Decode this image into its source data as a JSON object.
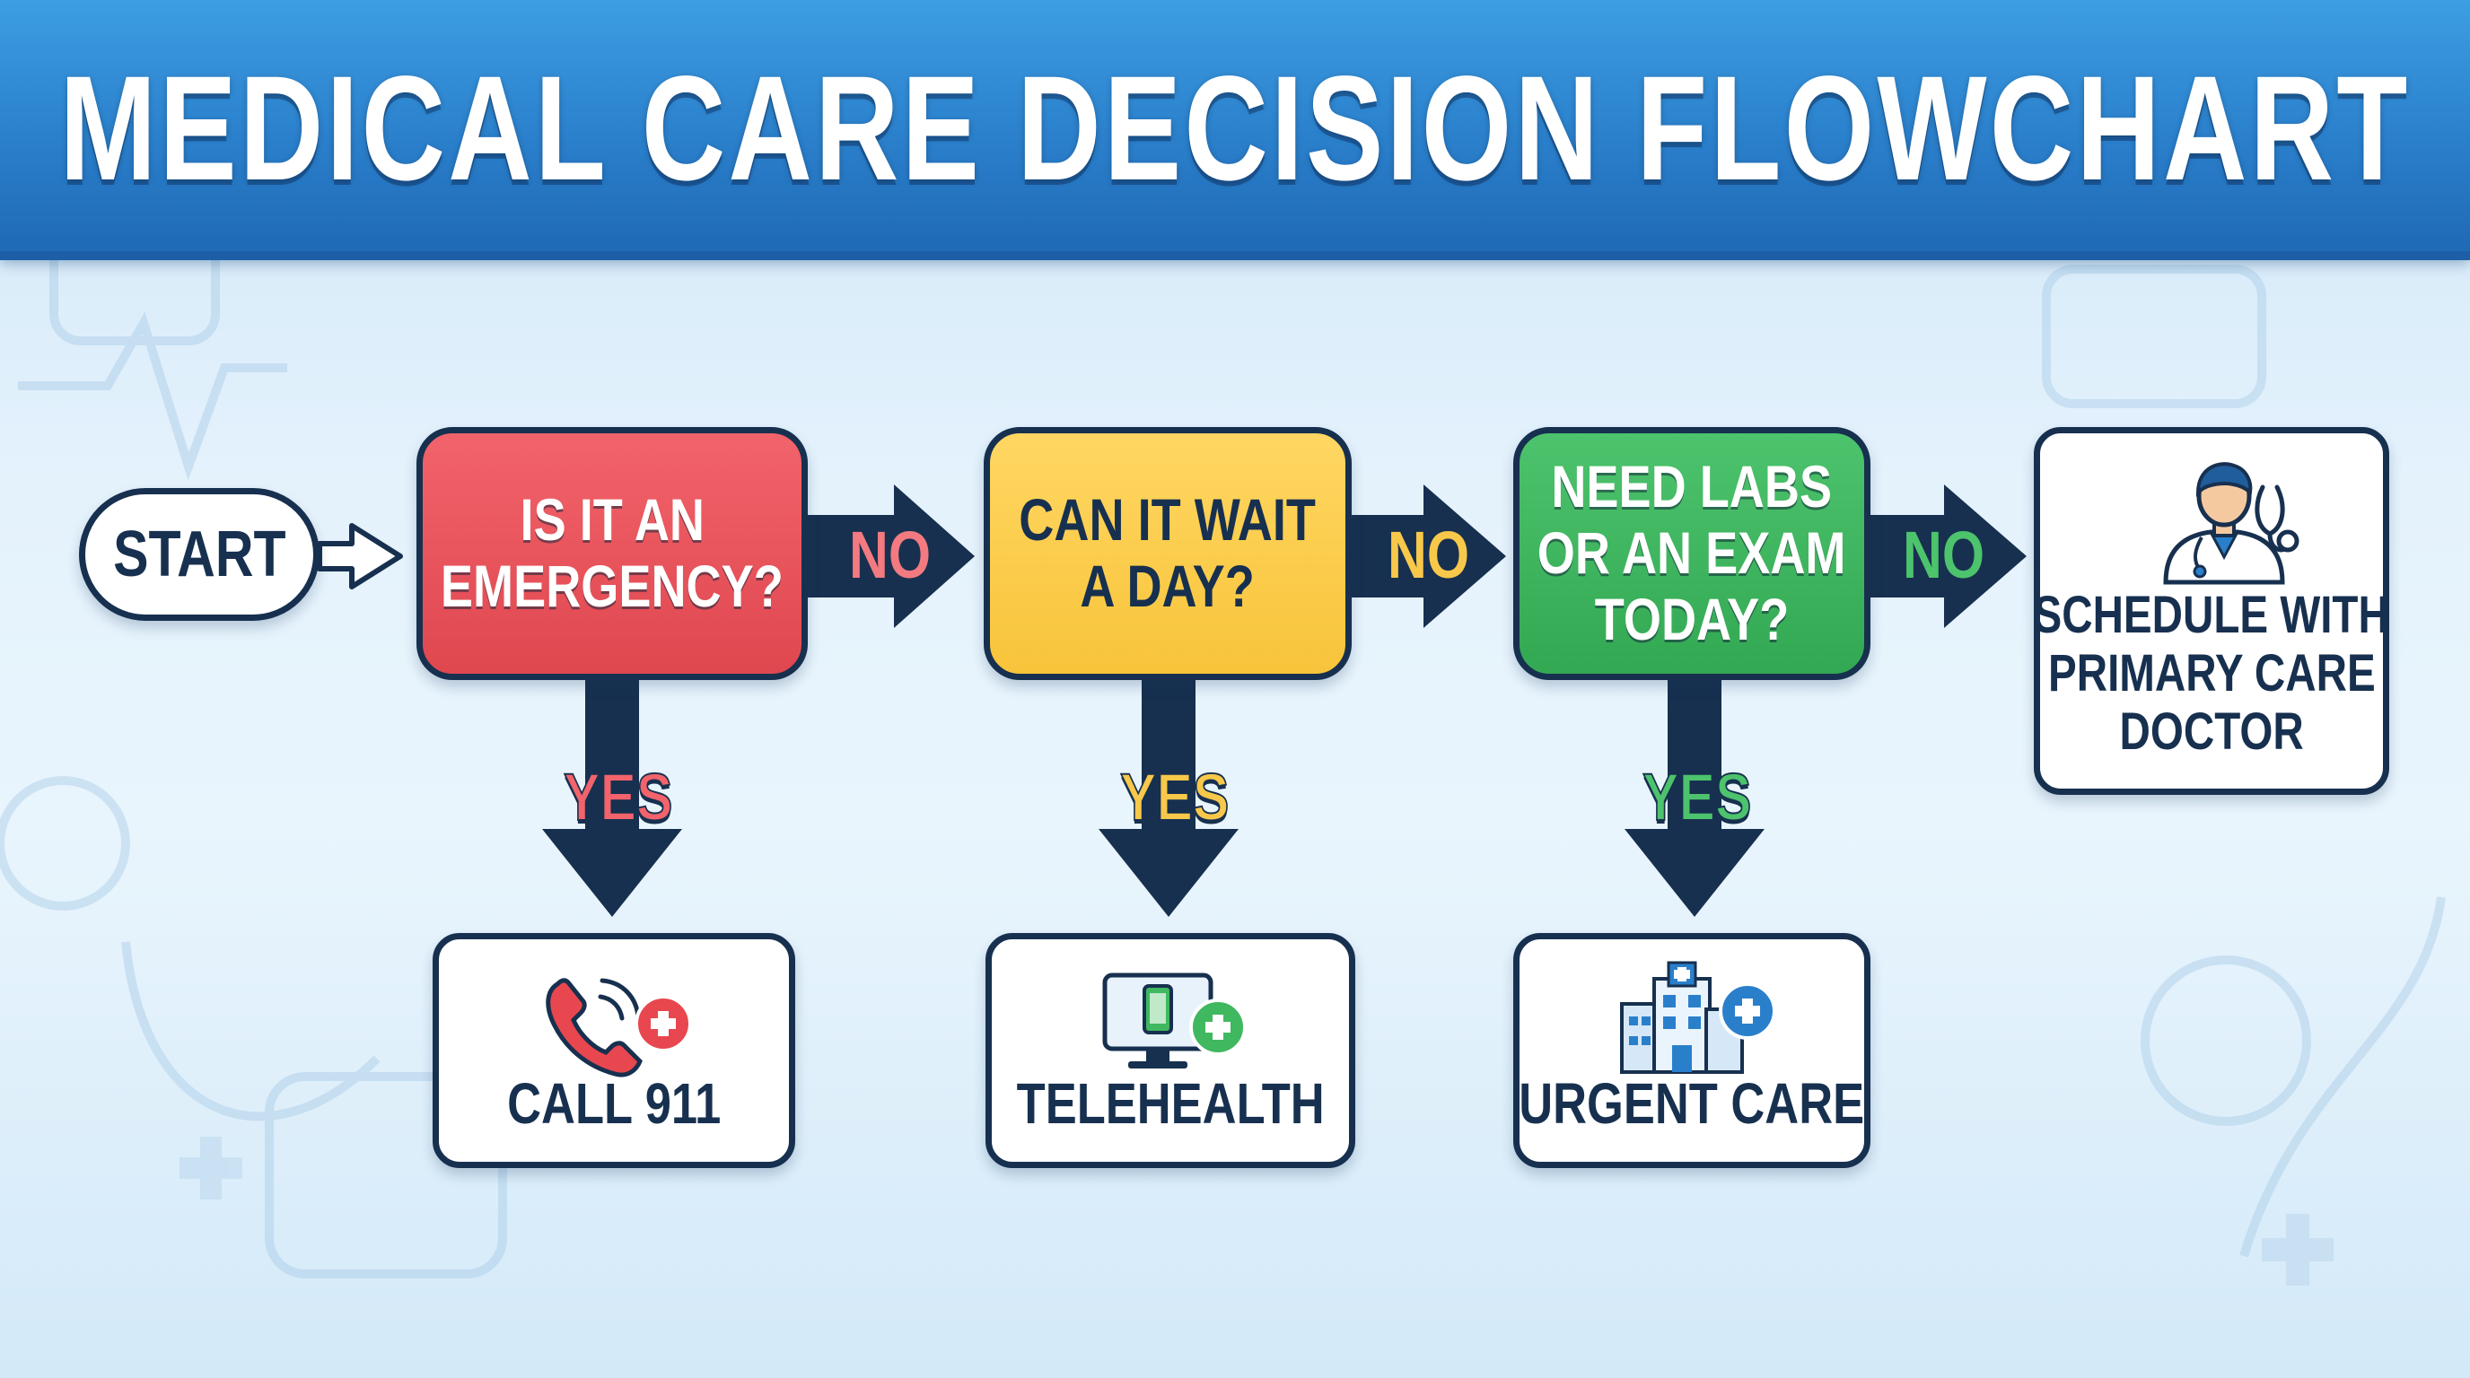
{
  "header": {
    "title": "MEDICAL CARE DECISION FLOWCHART"
  },
  "colors": {
    "header": "#2a7fcb",
    "navy": "#17304f",
    "emergency": "#e94f57",
    "wait": "#f8c84a",
    "labs": "#3fb85f",
    "background": "#e4f2fc"
  },
  "nodes": {
    "start": "START",
    "q_emergency": [
      "IS IT AN",
      "EMERGENCY?"
    ],
    "q_wait": [
      "CAN IT WAIT",
      "A DAY?"
    ],
    "q_labs": [
      "NEED LABS",
      "OR AN EXAM",
      "TODAY?"
    ],
    "o_911": "CALL 911",
    "o_telehealth": "TELEHEALTH",
    "o_urgent": "URGENT CARE",
    "o_primary": [
      "SCHEDULE WITH",
      "PRIMARY CARE",
      "DOCTOR"
    ]
  },
  "edge_labels": {
    "no": "NO",
    "yes": "YES"
  },
  "icons": {
    "o_911": "phone-plus-icon",
    "o_telehealth": "computer-plus-icon",
    "o_urgent": "hospital-plus-icon",
    "o_primary": "doctor-icon"
  }
}
